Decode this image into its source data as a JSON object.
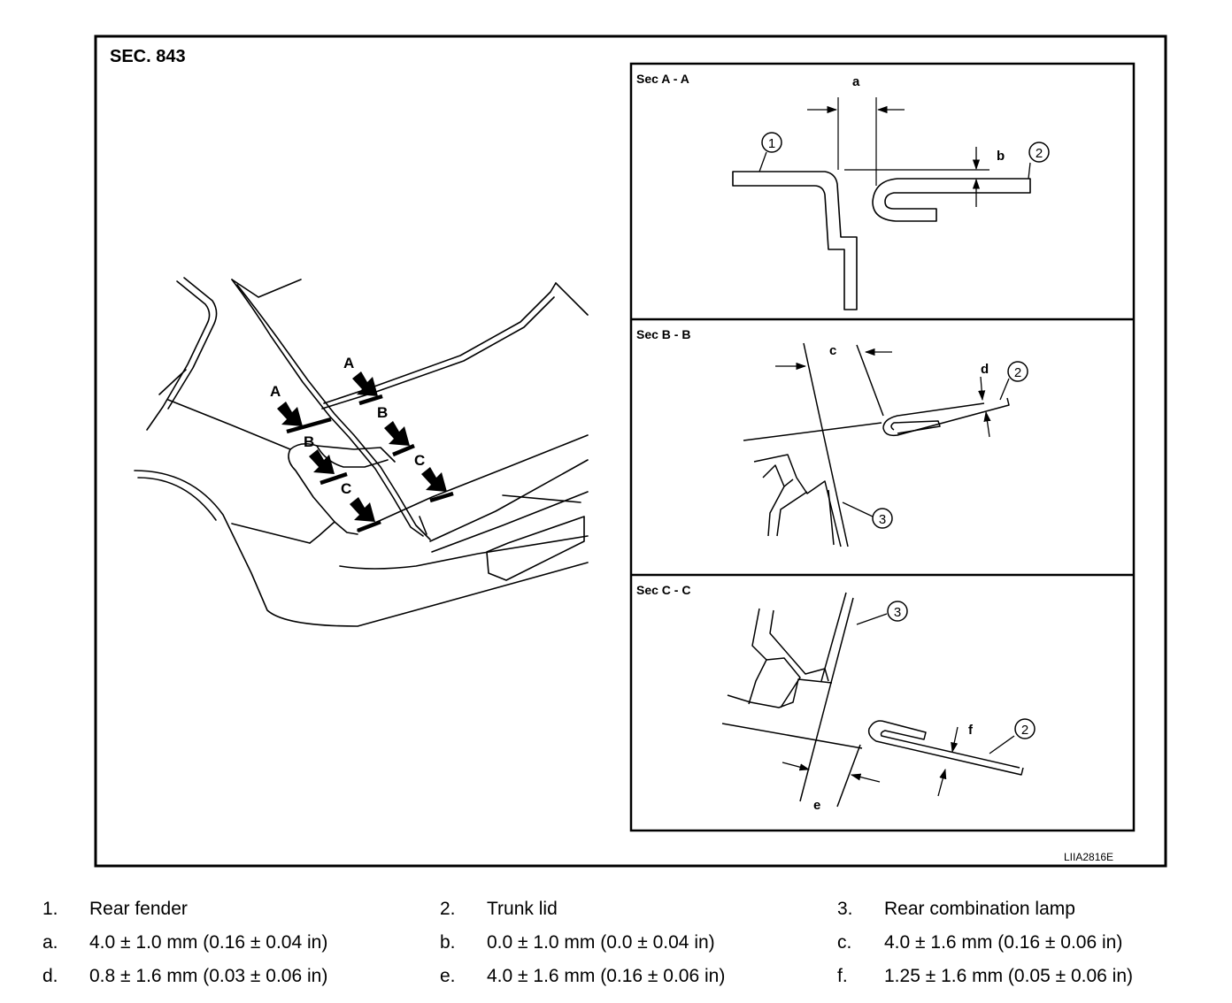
{
  "figure": {
    "section_title": "SEC. 843",
    "figure_code": "LIIA2816E",
    "overview_labels": {
      "A": "A",
      "B": "B",
      "C": "C"
    },
    "section_a": {
      "title": "Sec A - A",
      "dim_a": "a",
      "dim_b": "b",
      "callout_1": "1",
      "callout_2": "2"
    },
    "section_b": {
      "title": "Sec B - B",
      "dim_c": "c",
      "dim_d": "d",
      "callout_2": "2",
      "callout_3": "3"
    },
    "section_c": {
      "title": "Sec C - C",
      "dim_e": "e",
      "dim_f": "f",
      "callout_2": "2",
      "callout_3": "3"
    }
  },
  "legend": [
    [
      {
        "key": "1.",
        "text": "Rear fender"
      },
      {
        "key": "2.",
        "text": "Trunk lid"
      },
      {
        "key": "3.",
        "text": "Rear combination lamp"
      }
    ],
    [
      {
        "key": "a.",
        "text": "4.0 ± 1.0 mm (0.16 ± 0.04 in)"
      },
      {
        "key": "b.",
        "text": "0.0 ± 1.0 mm (0.0 ± 0.04 in)"
      },
      {
        "key": "c.",
        "text": "4.0 ± 1.6 mm (0.16 ± 0.06 in)"
      }
    ],
    [
      {
        "key": "d.",
        "text": "0.8 ± 1.6 mm (0.03 ± 0.06 in)"
      },
      {
        "key": "e.",
        "text": "4.0 ± 1.6 mm (0.16 ± 0.06 in)"
      },
      {
        "key": "f.",
        "text": "1.25 ± 1.6 mm (0.05 ± 0.06 in)"
      }
    ]
  ]
}
